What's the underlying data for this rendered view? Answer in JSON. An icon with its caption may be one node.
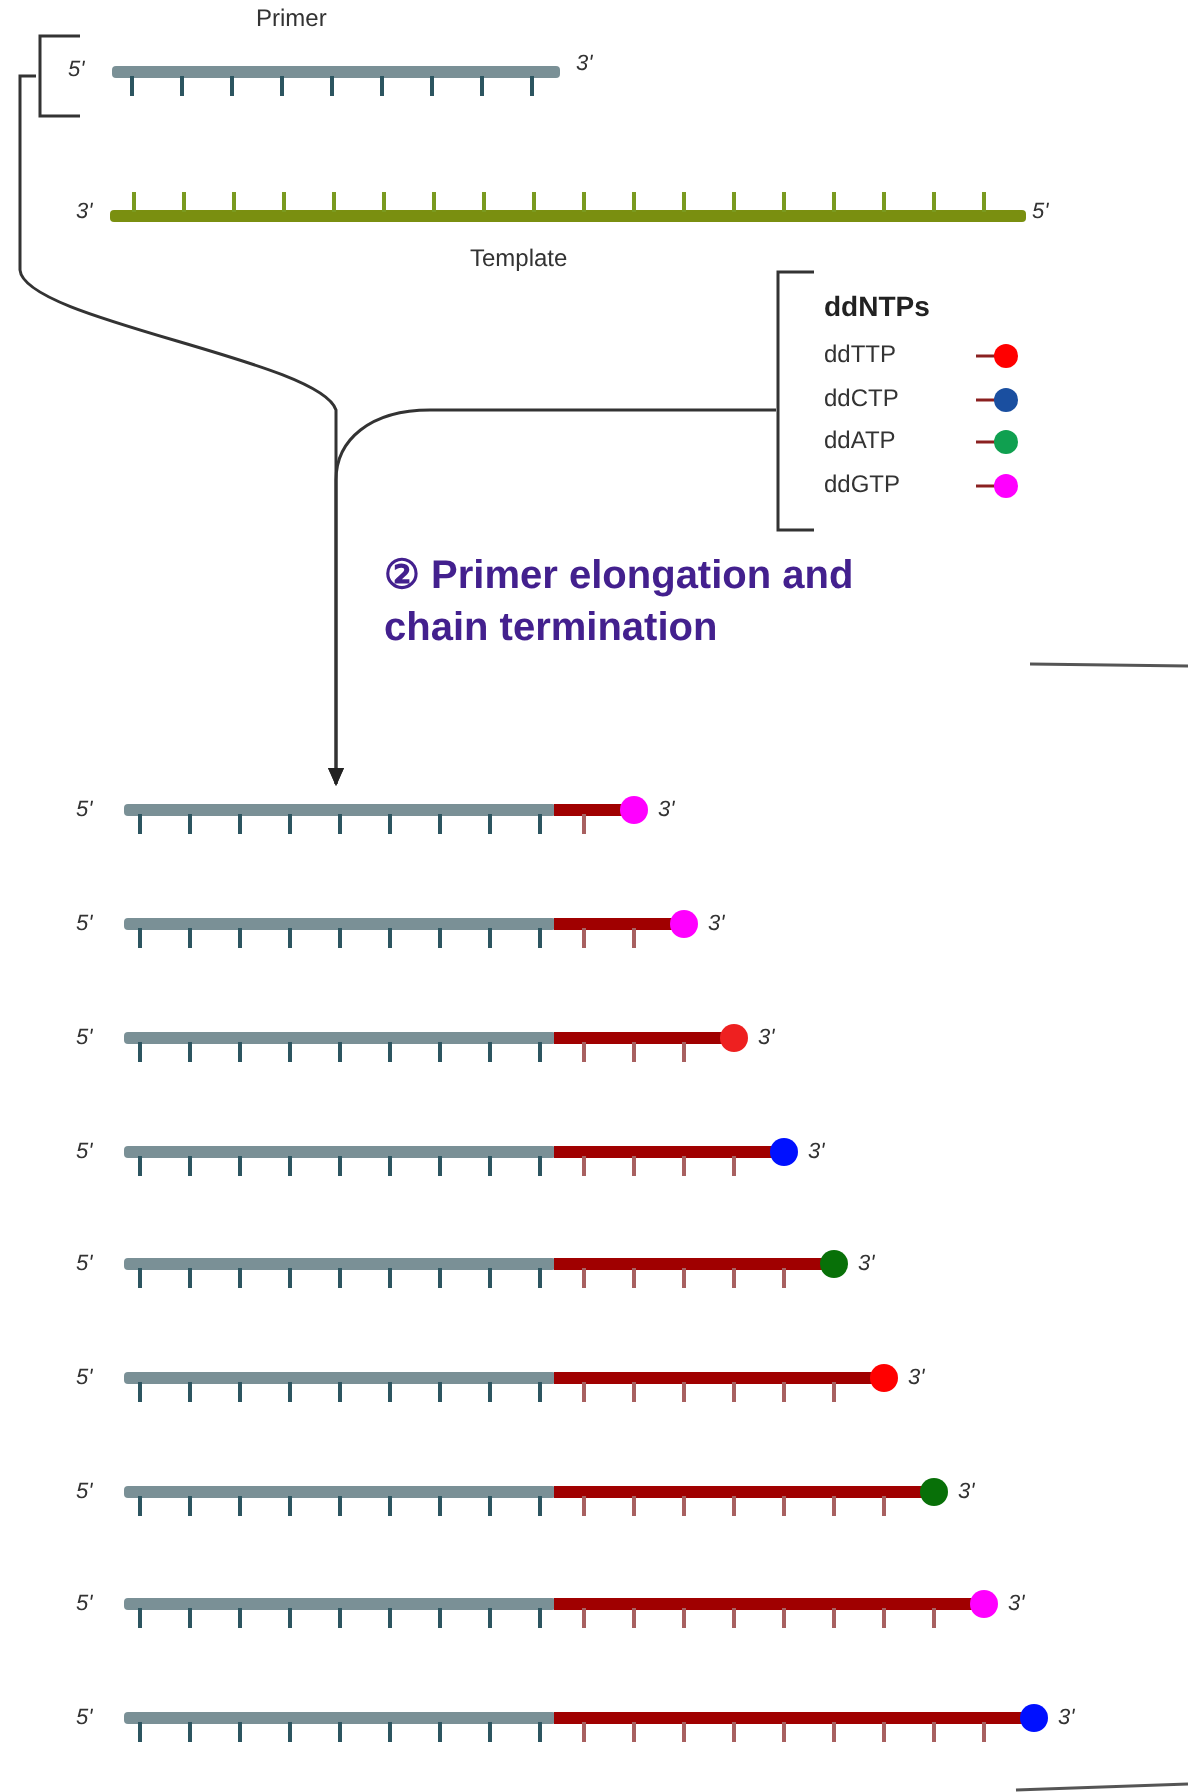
{
  "diagram": {
    "nodes": [
      {
        "text": [
          "Primer",
          "5'",
          "3'"
        ]
      },
      {
        "text": [
          "Template",
          "3'",
          "5'"
        ]
      },
      {
        "text": [
          "ddNTPs"
        ]
      },
      {
        "text": [
          "5'",
          "3'"
        ]
      },
      {
        "text": [
          "5'",
          "3'"
        ]
      },
      {
        "text": [
          "5'",
          "3'"
        ]
      },
      {
        "text": [
          "5'",
          "3'"
        ]
      },
      {
        "text": [
          "5'",
          "3'"
        ]
      },
      {
        "text": [
          "5'",
          "3'"
        ]
      },
      {
        "text": [
          "5'",
          "3'"
        ]
      },
      {
        "text": [
          "5'",
          "3'"
        ]
      },
      {
        "text": [
          "5'",
          "3'"
        ]
      }
    ],
    "edges": [
      {
        "from": 0,
        "to": 3,
        "arrow": "to"
      },
      {
        "from": 2,
        "to": 3,
        "arrow": "to"
      }
    ],
    "labels": [
      "② Primer elongation and chain termination"
    ],
    "legend": [
      {
        "text": "ddTTP",
        "color": "#ff0000"
      },
      {
        "text": "ddCTP",
        "color": "#1a4fa0"
      },
      {
        "text": "ddATP",
        "color": "#10a050"
      },
      {
        "text": "ddGTP",
        "color": "#ff00ff"
      }
    ]
  }
}
